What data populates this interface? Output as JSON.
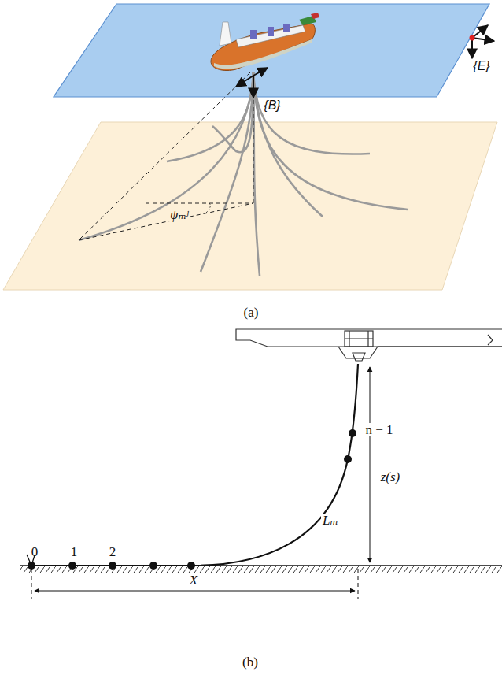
{
  "diagram": {
    "labels": [
      "{B}",
      "{E}",
      "ψₘʲ",
      "(a)",
      "0",
      "1",
      "2",
      "n − 1",
      "z(s)",
      "Lₘ",
      "X",
      "(b)"
    ]
  }
}
